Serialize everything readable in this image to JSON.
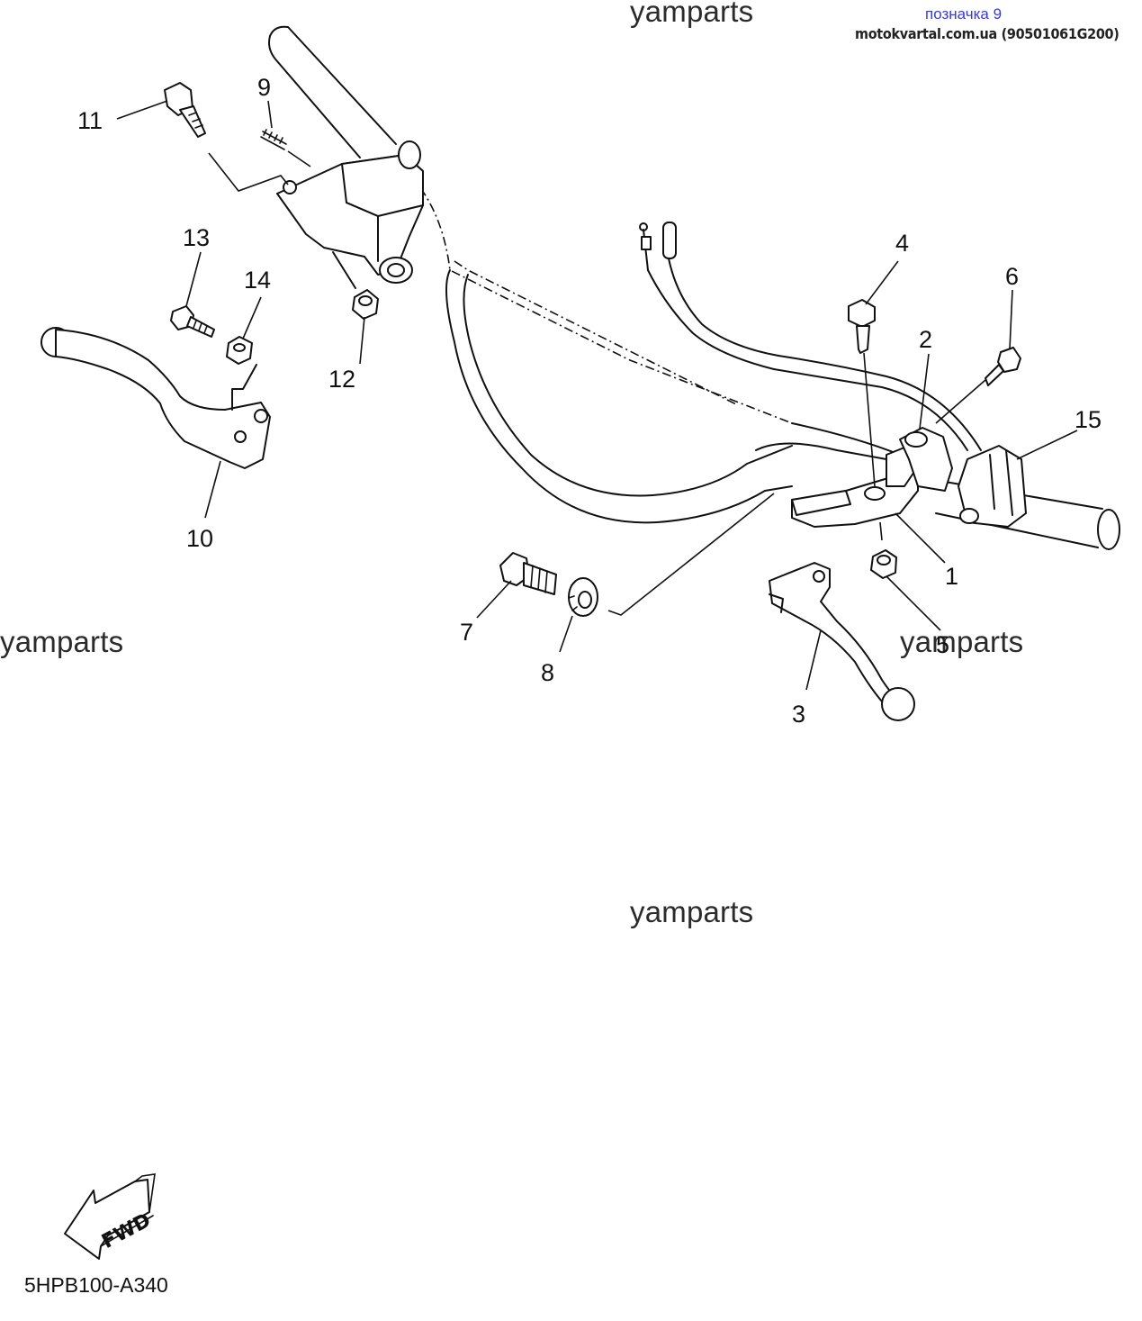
{
  "header": {
    "bookmark_label": "позначка 9",
    "source_label": "motokvartal.com.ua (90501061G200)"
  },
  "watermarks": [
    "yamparts",
    "yamparts",
    "yamparts",
    "yamparts"
  ],
  "callouts": [
    "1",
    "2",
    "3",
    "4",
    "5",
    "6",
    "7",
    "8",
    "9",
    "10",
    "11",
    "12",
    "13",
    "14",
    "15"
  ],
  "fwd_badge": {
    "text": "FWD"
  },
  "figure_code": "5HPB100-A340"
}
